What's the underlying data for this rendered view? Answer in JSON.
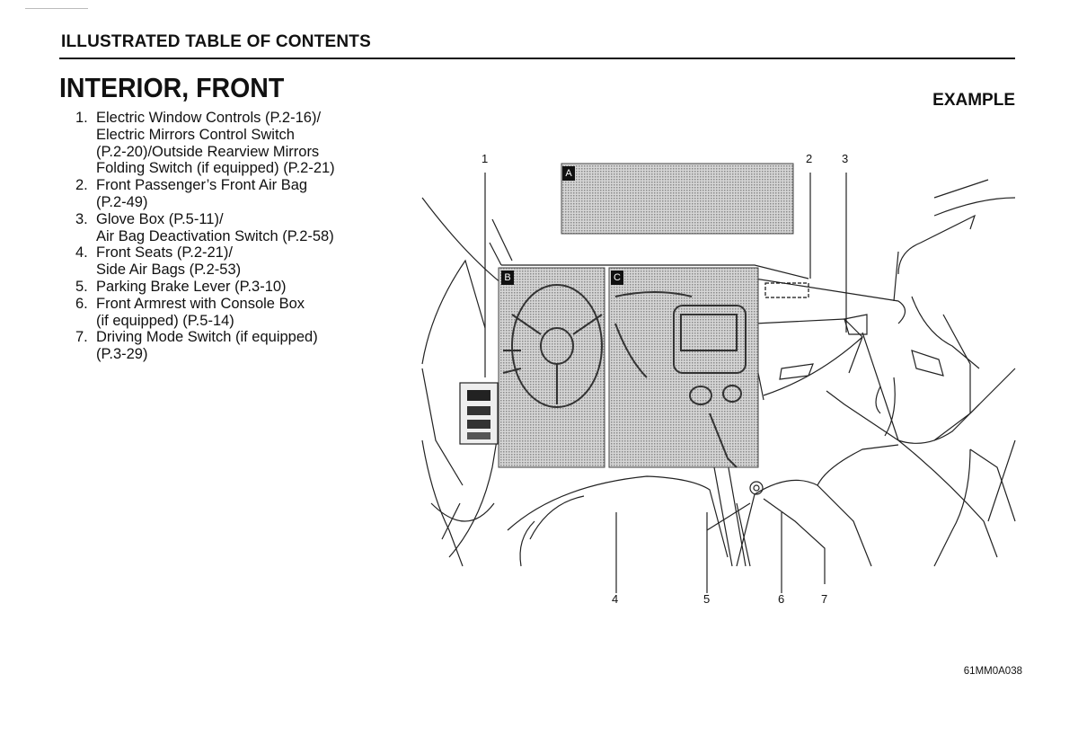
{
  "header": {
    "section": "ILLUSTRATED TABLE OF CONTENTS"
  },
  "title": "INTERIOR, FRONT",
  "example_label": "EXAMPLE",
  "items": [
    {
      "num": "1.",
      "text": "Electric Window Controls (P.2-16)/\nElectric Mirrors Control Switch\n(P.2-20)/Outside Rearview Mirrors\nFolding Switch (if equipped) (P.2-21)"
    },
    {
      "num": "2.",
      "text": "Front Passenger’s Front Air Bag\n(P.2-49)"
    },
    {
      "num": "3.",
      "text": "Glove Box (P.5-11)/\nAir Bag Deactivation Switch (P.2-58)"
    },
    {
      "num": "4.",
      "text": "Front Seats (P.2-21)/\nSide Air Bags (P.2-53)"
    },
    {
      "num": "5.",
      "text": "Parking Brake Lever (P.3-10)"
    },
    {
      "num": "6.",
      "text": "Front Armrest with Console Box\n(if equipped) (P.5-14)"
    },
    {
      "num": "7.",
      "text": "Driving Mode Switch (if equipped)\n(P.3-29)"
    }
  ],
  "figure": {
    "callouts": [
      "1",
      "2",
      "3",
      "4",
      "5",
      "6",
      "7"
    ],
    "insets": [
      "A",
      "B",
      "C"
    ],
    "code": "61MM0A038"
  }
}
